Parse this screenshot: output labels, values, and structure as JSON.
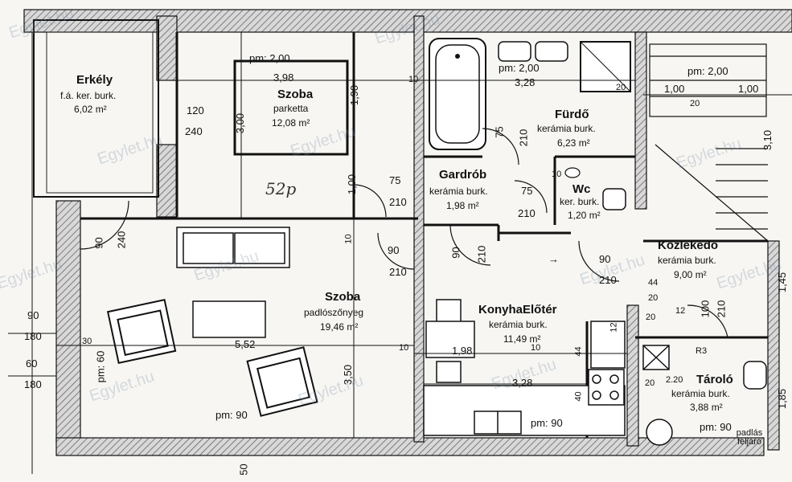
{
  "watermark": "Egylet.hu",
  "handwritten_note": "52p",
  "arrow_symbol": "→",
  "rooms": {
    "erkely": {
      "name": "Erkély",
      "floor": "f.á. ker. burk.",
      "area": "6,02 m²"
    },
    "szoba_small": {
      "name": "Szoba",
      "floor": "parketta",
      "area": "12,08 m²"
    },
    "furdo": {
      "name": "Fürdő",
      "floor": "kerámia burk.",
      "area": "6,23 m²"
    },
    "gardrob": {
      "name": "Gardrób",
      "floor": "kerámia burk.",
      "area": "1,98 m²"
    },
    "wc": {
      "name": "Wc",
      "floor": "ker. burk.",
      "area": "1,20 m²"
    },
    "kozlekedo": {
      "name": "Közlekedő",
      "floor": "kerámia burk.",
      "area": "9,00 m²"
    },
    "szoba_large": {
      "name": "Szoba",
      "floor": "padlószőnyeg",
      "area": "19,46 m²"
    },
    "konyha": {
      "name": "KonyhaElőtér",
      "floor": "kerámia burk.",
      "area": "11,49 m²"
    },
    "tarolo": {
      "name": "Tároló",
      "floor": "kerámia burk.",
      "area": "3,88 m²"
    }
  },
  "heights": {
    "pm_szoba": "pm: 2,00",
    "pm_furdo": "pm: 2,00",
    "pm_right": "pm: 2,00",
    "pm_large": "pm: 90",
    "pm_kitchen": "pm: 90",
    "pm_tarolo": "pm: 90",
    "pm_left": "pm: 60"
  },
  "dimensions": {
    "d398": "3,98",
    "d328_top": "3,28",
    "d328_mid": "3,28",
    "d552": "5,52",
    "d198": "1,98",
    "d100_a": "1,00",
    "d100_b": "1,00",
    "d100_c": "1,00",
    "d190": "1,90",
    "d300": "3,00",
    "d350": "3,50",
    "d310": "3,10",
    "d145": "1,45",
    "d185": "1,85",
    "d10_a": "10",
    "d10_b": "10",
    "d10_c": "10",
    "d10_d": "10",
    "d10_e": "10",
    "d20_a": "20",
    "d20_b": "20",
    "d20_c": "20",
    "d20_d": "20",
    "d20_e": "20",
    "d30": "30",
    "d40": "40",
    "d44_a": "44",
    "d44_b": "44",
    "d12_a": "12",
    "d12_b": "12",
    "d120": "120",
    "d240_a": "240",
    "d240_b": "240",
    "d90_a": "90",
    "d90_b": "90",
    "d90_c": "90",
    "d90_d": "90",
    "d210_a": "210",
    "d210_b": "210",
    "d210_c": "210",
    "d210_d": "210",
    "d210_e": "210",
    "d210_f": "210",
    "d210_g": "210",
    "d210_h": "210",
    "d75_a": "75",
    "d75_b": "75",
    "d75_c": "75",
    "d100_door": "100",
    "d180_a": "180",
    "d180_b": "180",
    "d60": "60",
    "d50": "50",
    "d20_bottom": "20",
    "r3": "R3",
    "d2_20": "2.20"
  },
  "stair_label": "padlás feljáró"
}
